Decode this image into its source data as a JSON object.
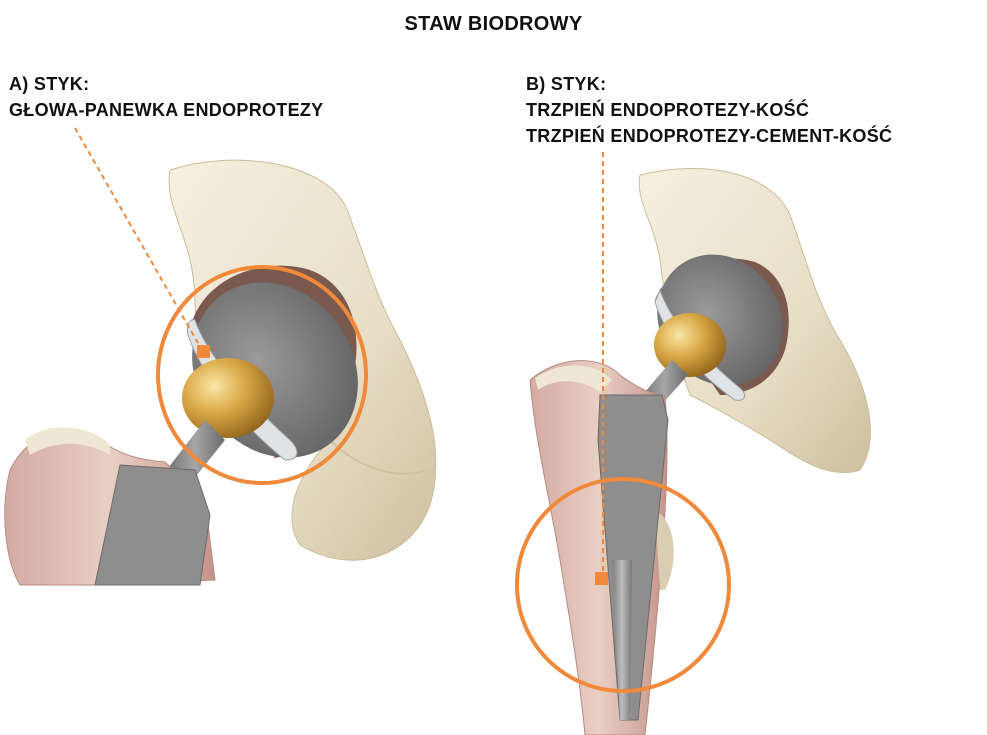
{
  "title": "STAW BIODROWY",
  "label_a": {
    "heading": "A) STYK:",
    "lines": [
      "GŁOWA-PANEWKA ENDOPROTEZY"
    ]
  },
  "label_b": {
    "heading": "B) STYK:",
    "lines": [
      "TRZPIEŃ ENDOPROTEZY-KOŚĆ",
      "TRZPIEŃ ENDOPROTEZY-CEMENT-KOŚĆ"
    ]
  },
  "colors": {
    "accent_orange": "#f0893a",
    "bone": "#efe7d4",
    "bone_shadow": "#c9bb98",
    "marrow": "#c79a92",
    "metal": "#8f8f8f",
    "liner": "#dfe3e6",
    "head_gold": "#d8a845"
  }
}
